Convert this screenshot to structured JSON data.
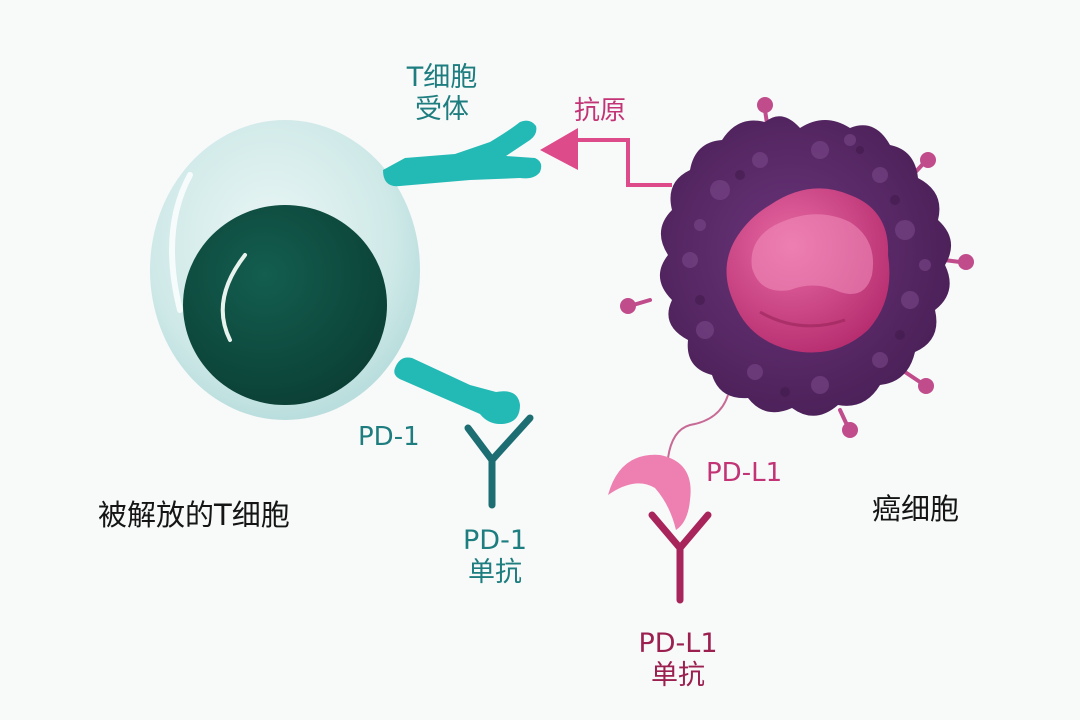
{
  "labels": {
    "tcr": [
      "T细胞",
      "受体"
    ],
    "antigen": "抗原",
    "pd1": "PD-1",
    "pdl1": "PD-L1",
    "pd1_antibody": [
      "PD-1",
      "单抗"
    ],
    "pdl1_antibody": [
      "PD-L1",
      "单抗"
    ],
    "t_cell": "被解放的T细胞",
    "cancer_cell": "癌细胞"
  },
  "colors": {
    "t_cell_outer": "#cfe9e8",
    "t_cell_nucleus": "#0f4d40",
    "teal_receptor": "#23b9b5",
    "pd1_antibody": "#1c6e72",
    "cancer_body": "#5d2c6a",
    "cancer_nucleus": "#d44c8e",
    "antigen_arrow": "#dd4b8a",
    "pdl1_ligand": "#ee7fb1",
    "pdl1_antibody": "#a7255a"
  }
}
